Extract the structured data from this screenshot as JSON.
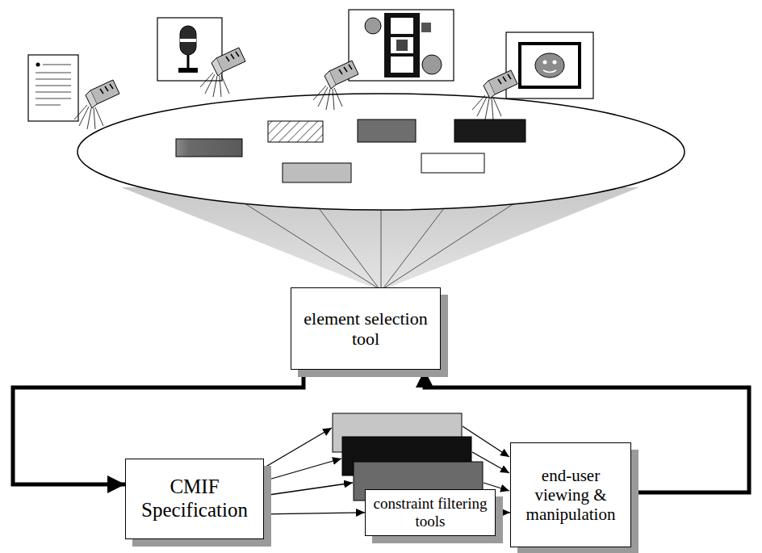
{
  "diagram": {
    "nodes": [
      {
        "text": [
          "element selection tool"
        ]
      },
      {
        "text": [
          "CMIF Specification"
        ]
      },
      {
        "text": [
          "constraint filtering tools"
        ]
      },
      {
        "text": [
          "end-user viewing & manipulation"
        ]
      }
    ],
    "edges": [
      {
        "from": 0,
        "to": 1,
        "arrow": "to"
      },
      {
        "from": 1,
        "to": 2,
        "arrow": "to"
      },
      {
        "from": 2,
        "to": 3,
        "arrow": "to"
      },
      {
        "from": 3,
        "to": 0,
        "arrow": "to"
      }
    ]
  }
}
